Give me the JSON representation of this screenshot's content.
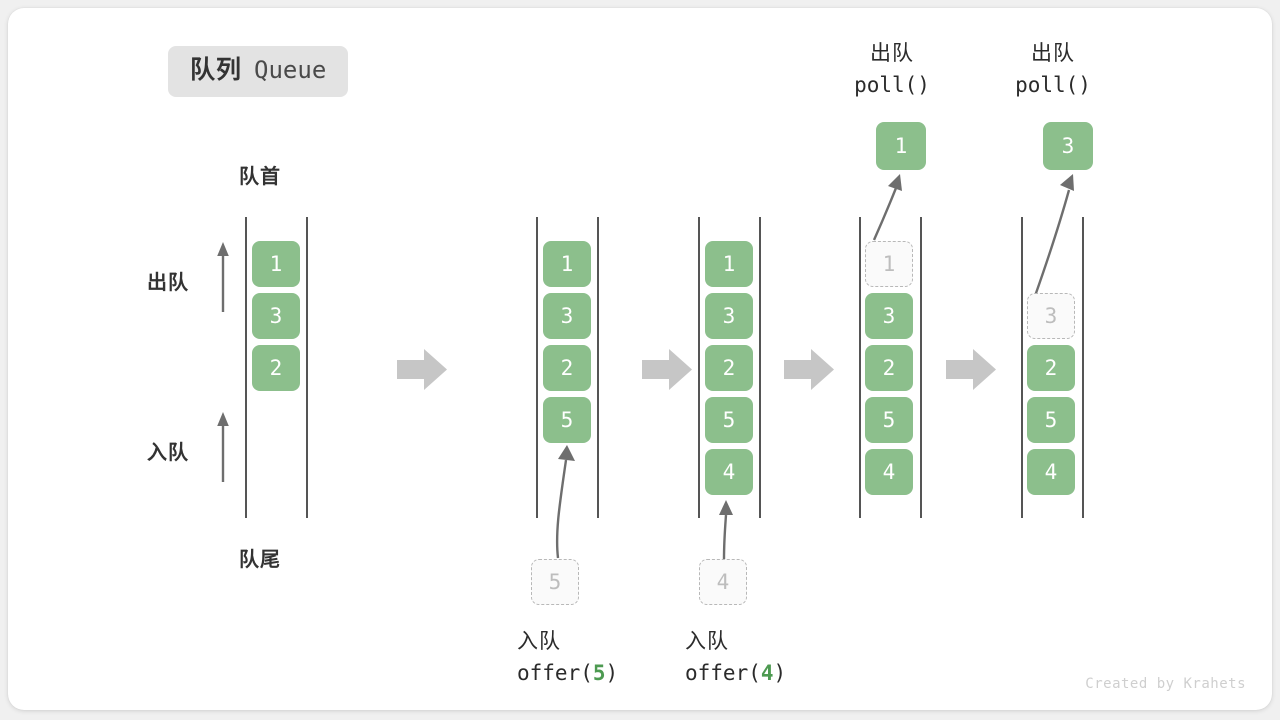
{
  "title": {
    "cn": "队列",
    "en": "Queue"
  },
  "labels": {
    "front": "队首",
    "rear": "队尾",
    "dequeue_arrow": "出队",
    "enqueue_arrow": "入队"
  },
  "colors": {
    "cell_green": "#8cbf8c",
    "cell_text": "#ffffff",
    "ghost_fill": "#fafafa",
    "ghost_border": "#b8b8b8",
    "ghost_text": "#bdbdbd",
    "rail": "#555555",
    "step_arrow": "#c6c6c6",
    "motion_arrow": "#6e6e6e",
    "badge_bg": "#e3e3e3",
    "accent_green": "#4d9a51",
    "credit_text": "#cfcfcf"
  },
  "credit": "Created by Krahets",
  "steps": [
    {
      "id": "initial",
      "cells": [
        {
          "value": "1",
          "state": "filled"
        },
        {
          "value": "3",
          "state": "filled"
        },
        {
          "value": "2",
          "state": "filled"
        }
      ]
    },
    {
      "id": "offer-5",
      "cells": [
        {
          "value": "1",
          "state": "filled"
        },
        {
          "value": "3",
          "state": "filled"
        },
        {
          "value": "2",
          "state": "filled"
        },
        {
          "value": "5",
          "state": "filled"
        }
      ],
      "bottom_ghost": "5",
      "bottom_label": {
        "line1": "入队",
        "op": "offer(",
        "arg": "5",
        "close": ")"
      }
    },
    {
      "id": "offer-4",
      "cells": [
        {
          "value": "1",
          "state": "filled"
        },
        {
          "value": "3",
          "state": "filled"
        },
        {
          "value": "2",
          "state": "filled"
        },
        {
          "value": "5",
          "state": "filled"
        },
        {
          "value": "4",
          "state": "filled"
        }
      ],
      "bottom_ghost": "4",
      "bottom_label": {
        "line1": "入队",
        "op": "offer(",
        "arg": "4",
        "close": ")"
      }
    },
    {
      "id": "poll-1",
      "cells": [
        {
          "value": "1",
          "state": "ghost"
        },
        {
          "value": "3",
          "state": "filled"
        },
        {
          "value": "2",
          "state": "filled"
        },
        {
          "value": "5",
          "state": "filled"
        },
        {
          "value": "4",
          "state": "filled"
        }
      ],
      "top_label": {
        "line1": "出队",
        "op": "poll()"
      },
      "popped": "1"
    },
    {
      "id": "poll-3",
      "cells": [
        {
          "value": "",
          "state": "empty"
        },
        {
          "value": "3",
          "state": "ghost"
        },
        {
          "value": "2",
          "state": "filled"
        },
        {
          "value": "5",
          "state": "filled"
        },
        {
          "value": "4",
          "state": "filled"
        }
      ],
      "top_label": {
        "line1": "出队",
        "op": "poll()"
      },
      "popped": "3"
    }
  ]
}
